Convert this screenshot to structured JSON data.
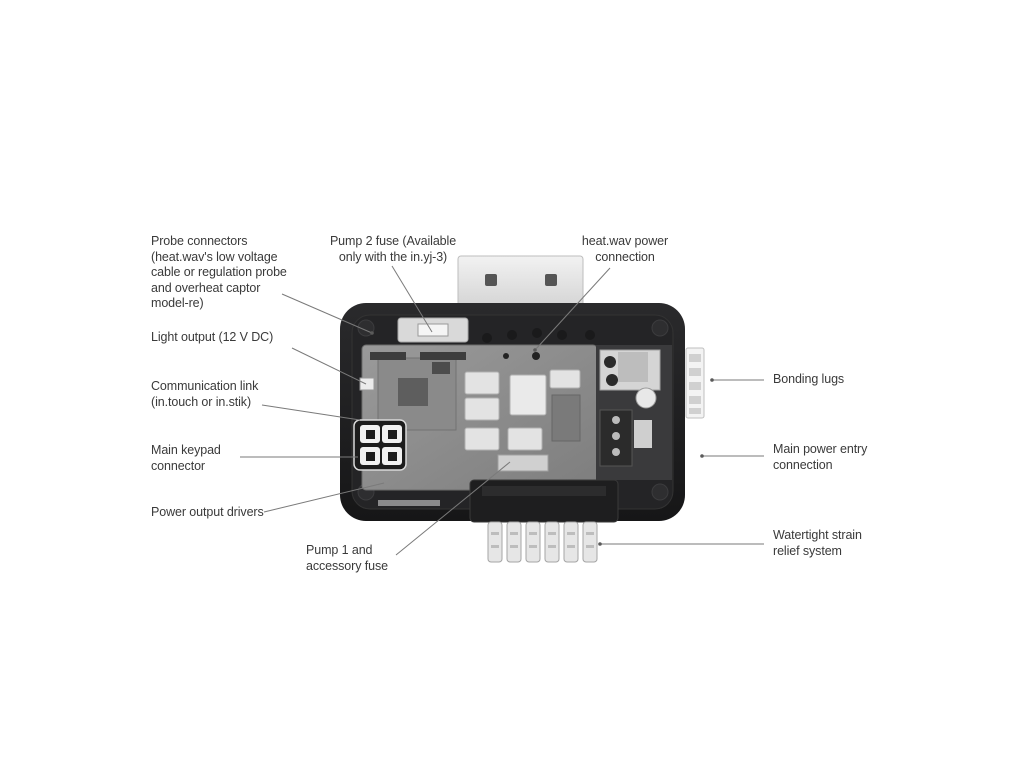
{
  "colors": {
    "background": "#ffffff",
    "enclosure": "#1f1f21",
    "pcb": "#8c8c8c",
    "leader_line": "#777777",
    "label_text": "#3a3a3a"
  },
  "callouts": {
    "probe_connectors": "Probe connectors\n(heat.wav's low voltage\ncable or regulation probe\nand overheat captor\nmodel-re)",
    "pump2_fuse": "Pump 2 fuse (Available\nonly with the in.yj-3)",
    "heatwav_power": "heat.wav power\nconnection",
    "light_output": "Light output (12 V DC)",
    "communication_link": "Communication link\n(in.touch or in.stik)",
    "main_keypad": "Main keypad\nconnector",
    "power_output_drivers": "Power output drivers",
    "pump1_fuse": "Pump 1 and\naccessory fuse",
    "bonding_lugs": "Bonding lugs",
    "main_power_entry": "Main power entry\nconnection",
    "strain_relief": "Watertight strain\nrelief system"
  }
}
